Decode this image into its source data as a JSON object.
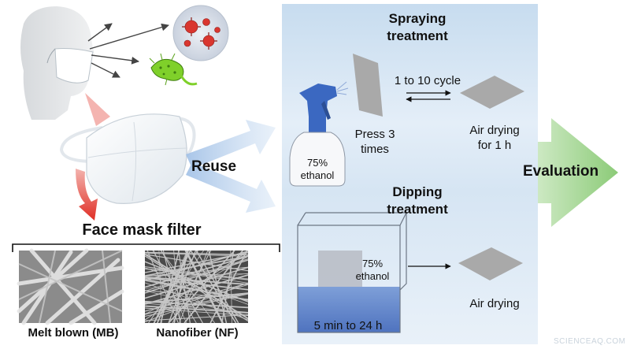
{
  "left": {
    "reuse_label": "Reuse",
    "filter_title": "Face mask filter",
    "samples": [
      {
        "label": "Melt blown (MB)"
      },
      {
        "label": "Nanofiber (NF)"
      }
    ]
  },
  "spraying": {
    "title_line1": "Spraying",
    "title_line2": "treatment",
    "bottle_line1": "75%",
    "bottle_line2": "ethanol",
    "press_line1": "Press 3",
    "press_line2": "times",
    "cycle_label": "1 to 10 cycle",
    "dry_line1": "Air drying",
    "dry_line2": "for 1 h"
  },
  "dipping": {
    "title_line1": "Dipping",
    "title_line2": "treatment",
    "bath_line1": "75%",
    "bath_line2": "ethanol",
    "time_label": "5 min to 24 h",
    "dry_label": "Air drying"
  },
  "evaluation_label": "Evaluation",
  "watermark": "SCIENCEAQ.COM",
  "colors": {
    "panel_top": "#c7dcef",
    "panel_bottom": "#e9f1f9",
    "evaluation_arrow": "#9fd28f",
    "reuse_arrow": "#b7cfe9",
    "filter_arrow": "#e6473d",
    "bottle_blue": "#3b68c1",
    "liquid_blue": "#6a8fd0",
    "sheet_gray": "#a9a9a9",
    "bacteria_green": "#7fd02a",
    "virus_red": "#d9362f"
  }
}
